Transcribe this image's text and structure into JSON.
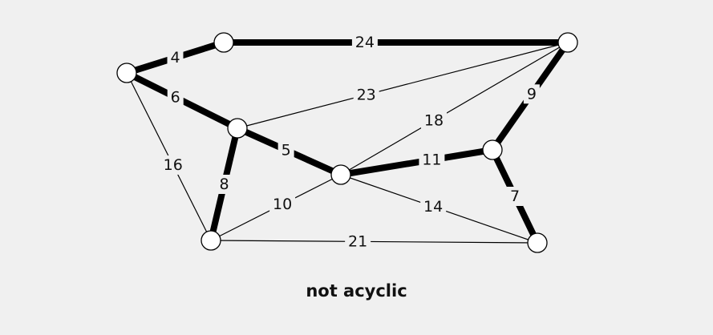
{
  "colors": {
    "background": "#f0f0f0",
    "edge": "#000000",
    "node_fill": "#ffffff",
    "node_stroke": "#000000",
    "label_gap": "#f0f0f0"
  },
  "graph": {
    "nodes": [
      {
        "id": "a"
      },
      {
        "id": "b"
      },
      {
        "id": "c"
      },
      {
        "id": "d"
      },
      {
        "id": "e"
      },
      {
        "id": "f"
      },
      {
        "id": "g"
      },
      {
        "id": "h"
      },
      {
        "id": "i"
      }
    ],
    "edges": [
      {
        "from": "b",
        "to": "a",
        "weight": "4",
        "highlighted": true
      },
      {
        "from": "a",
        "to": "c",
        "weight": "24",
        "highlighted": true
      },
      {
        "from": "b",
        "to": "d",
        "weight": "6",
        "highlighted": true
      },
      {
        "from": "d",
        "to": "c",
        "weight": "23",
        "highlighted": false
      },
      {
        "from": "e",
        "to": "c",
        "weight": "18",
        "highlighted": false
      },
      {
        "from": "f",
        "to": "c",
        "weight": "9",
        "highlighted": true
      },
      {
        "from": "d",
        "to": "e",
        "weight": "5",
        "highlighted": true
      },
      {
        "from": "e",
        "to": "f",
        "weight": "11",
        "highlighted": true
      },
      {
        "from": "b",
        "to": "g",
        "weight": "16",
        "highlighted": false
      },
      {
        "from": "d",
        "to": "g",
        "weight": "8",
        "highlighted": true
      },
      {
        "from": "g",
        "to": "e",
        "weight": "10",
        "highlighted": false
      },
      {
        "from": "e",
        "to": "h",
        "weight": "14",
        "highlighted": false
      },
      {
        "from": "f",
        "to": "h",
        "weight": "7",
        "highlighted": true
      },
      {
        "from": "g",
        "to": "h",
        "weight": "21",
        "highlighted": false
      }
    ]
  },
  "caption": "not acyclic"
}
